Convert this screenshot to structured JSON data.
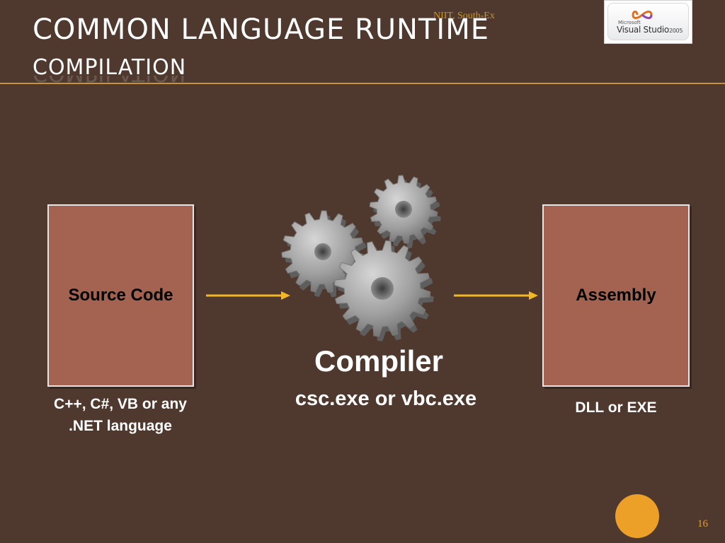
{
  "slide": {
    "title": "COMMON LANGUAGE RUNTIME",
    "subtitle": "COMPILATION",
    "watermark": "NIIT, South-Ex",
    "page_number": "16"
  },
  "logo": {
    "brand": "Microsoft",
    "product": "Visual Studio",
    "version": "2005"
  },
  "diagram": {
    "source_box": {
      "label": "Source Code",
      "caption_line1": "C++, C#, VB or any",
      "caption_line2": ".NET language"
    },
    "compiler": {
      "label": "Compiler",
      "caption": "csc.exe or vbc.exe"
    },
    "assembly_box": {
      "label": "Assembly",
      "caption": "DLL or EXE"
    }
  },
  "colors": {
    "background": "#4f392e",
    "box_fill": "#a36350",
    "arrow": "#f2b824",
    "accent_rule": "#c8923a",
    "page_circle": "#eda028",
    "gear": "#9a9a9a"
  }
}
